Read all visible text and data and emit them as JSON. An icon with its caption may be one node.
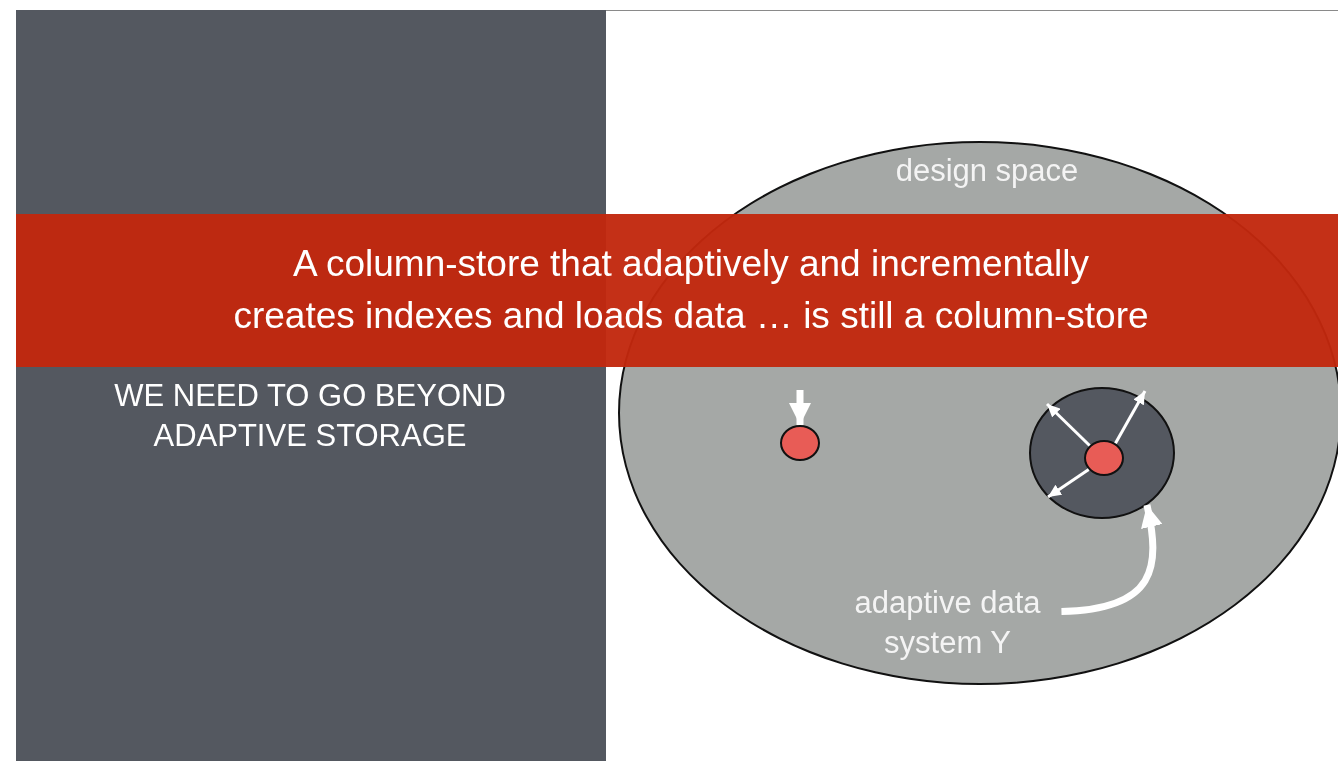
{
  "diagram": {
    "nodes": [
      {
        "text": [
          "design space"
        ]
      },
      {
        "text": [
          "A column-store that adaptively and incrementally creates indexes and loads data … is still a column-store"
        ]
      },
      {
        "text": [],
        "shape": "circle",
        "in": 0
      },
      {
        "text": [],
        "shape": "circle",
        "in": 0
      },
      {
        "text": [],
        "shape": "circle",
        "in": 3
      },
      {
        "text": [
          "adaptive data system Y"
        ],
        "in": 0
      }
    ],
    "edges": [
      {
        "from": null,
        "to": 2,
        "arrow": "to",
        "style": "thick"
      },
      {
        "from": 4,
        "to": null,
        "arrow": "to"
      },
      {
        "from": 4,
        "to": null,
        "arrow": "to"
      },
      {
        "from": 4,
        "to": null,
        "arrow": "to"
      },
      {
        "from": 5,
        "to": 3,
        "arrow": "to",
        "style": "thick"
      }
    ],
    "labels": [
      "WE NEED TO GO BEYOND ADAPTIVE STORAGE"
    ]
  }
}
